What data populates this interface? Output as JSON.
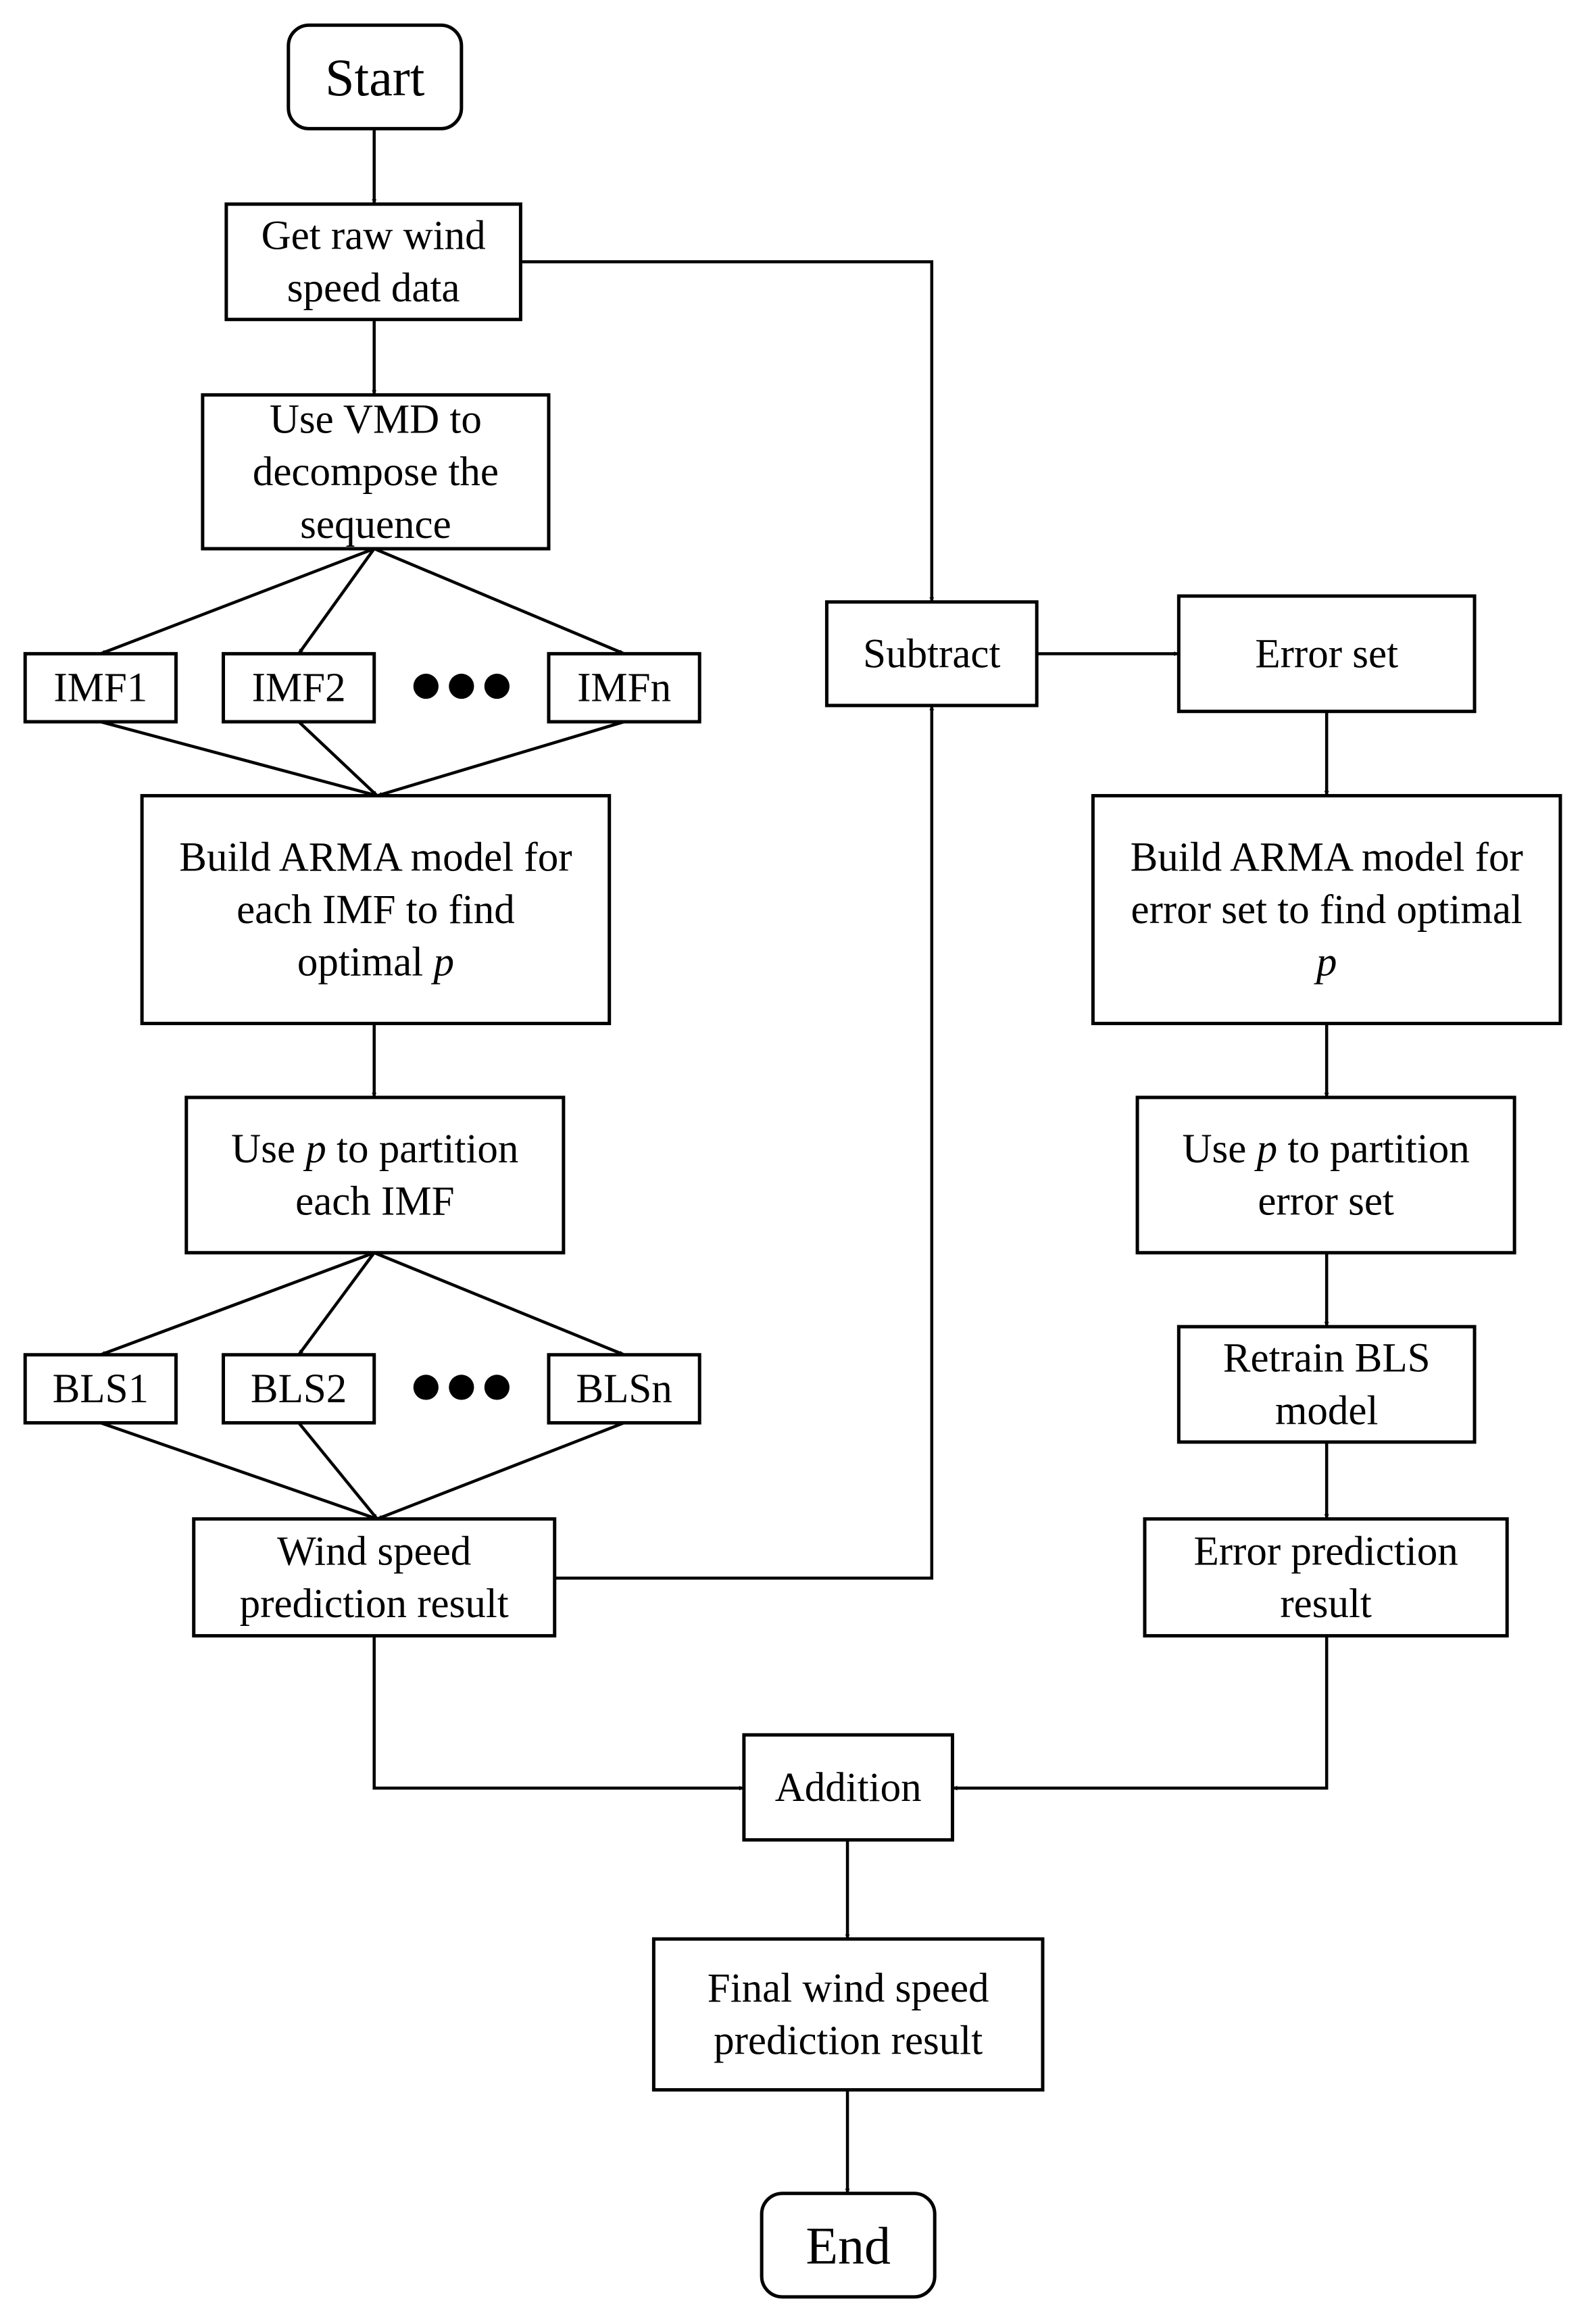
{
  "nodes": {
    "start": [
      "Start"
    ],
    "get_raw": [
      "Get raw wind",
      "speed data"
    ],
    "vmd": [
      "Use VMD to",
      "decompose the",
      "sequence"
    ],
    "imf1": [
      "IMF1"
    ],
    "imf2": [
      "IMF2"
    ],
    "imfn": [
      "IMFn"
    ],
    "arma_imf": [
      "Build ARMA model for",
      "each IMF to find",
      "optimal {p}"
    ],
    "partition_imf": [
      "Use {p} to partition",
      "each IMF"
    ],
    "bls1": [
      "BLS1"
    ],
    "bls2": [
      "BLS2"
    ],
    "blsn": [
      "BLSn"
    ],
    "wind_result": [
      "Wind speed",
      "prediction result"
    ],
    "subtract": [
      "Subtract"
    ],
    "error_set": [
      "Error set"
    ],
    "arma_err": [
      "Build ARMA model for",
      "error set to find optimal",
      "{p}"
    ],
    "partition_err": [
      "Use {p} to partition",
      "error set"
    ],
    "retrain": [
      "Retrain BLS",
      "model"
    ],
    "err_result": [
      "Error prediction",
      "result"
    ],
    "addition": [
      "Addition"
    ],
    "final": [
      "Final wind speed",
      "prediction result"
    ],
    "end": [
      "End"
    ]
  },
  "italic_symbol": "p"
}
